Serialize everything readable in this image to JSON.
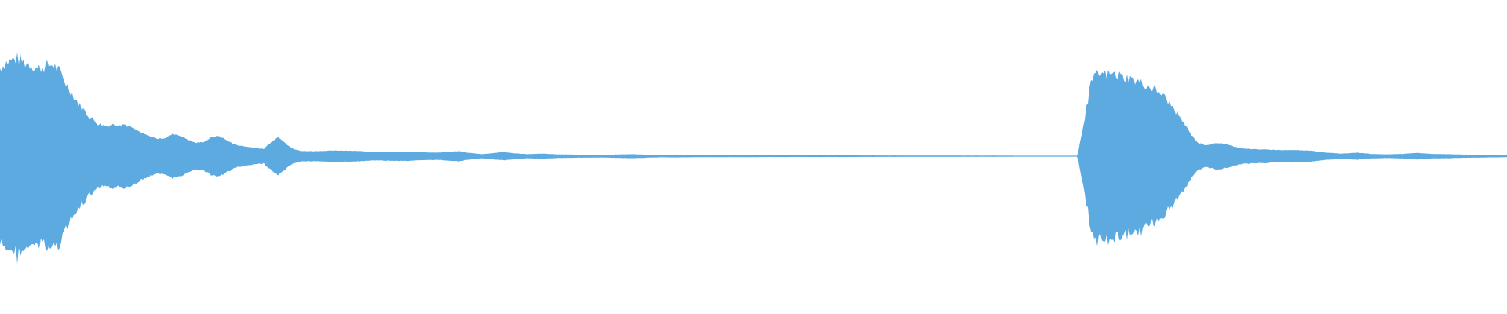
{
  "waveform": {
    "color": "#5DAAE0",
    "background": "#FFFFFF",
    "envelope": [
      [
        0.0,
        0.86
      ],
      [
        0.004,
        0.92
      ],
      [
        0.008,
        0.94
      ],
      [
        0.012,
        0.96
      ],
      [
        0.016,
        0.92
      ],
      [
        0.02,
        0.9
      ],
      [
        0.025,
        0.86
      ],
      [
        0.03,
        0.88
      ],
      [
        0.035,
        0.9
      ],
      [
        0.04,
        0.82
      ],
      [
        0.045,
        0.68
      ],
      [
        0.05,
        0.56
      ],
      [
        0.055,
        0.46
      ],
      [
        0.06,
        0.38
      ],
      [
        0.065,
        0.32
      ],
      [
        0.07,
        0.3
      ],
      [
        0.075,
        0.31
      ],
      [
        0.08,
        0.32
      ],
      [
        0.085,
        0.3
      ],
      [
        0.09,
        0.26
      ],
      [
        0.095,
        0.22
      ],
      [
        0.1,
        0.19
      ],
      [
        0.105,
        0.17
      ],
      [
        0.11,
        0.18
      ],
      [
        0.115,
        0.22
      ],
      [
        0.12,
        0.2
      ],
      [
        0.125,
        0.16
      ],
      [
        0.13,
        0.13
      ],
      [
        0.135,
        0.14
      ],
      [
        0.14,
        0.18
      ],
      [
        0.145,
        0.2
      ],
      [
        0.15,
        0.16
      ],
      [
        0.155,
        0.12
      ],
      [
        0.16,
        0.1
      ],
      [
        0.165,
        0.09
      ],
      [
        0.17,
        0.08
      ],
      [
        0.175,
        0.07
      ],
      [
        0.18,
        0.14
      ],
      [
        0.185,
        0.19
      ],
      [
        0.19,
        0.12
      ],
      [
        0.195,
        0.07
      ],
      [
        0.2,
        0.05
      ],
      [
        0.21,
        0.05
      ],
      [
        0.22,
        0.055
      ],
      [
        0.23,
        0.055
      ],
      [
        0.24,
        0.05
      ],
      [
        0.25,
        0.04
      ],
      [
        0.26,
        0.045
      ],
      [
        0.27,
        0.045
      ],
      [
        0.28,
        0.04
      ],
      [
        0.29,
        0.035
      ],
      [
        0.3,
        0.045
      ],
      [
        0.305,
        0.05
      ],
      [
        0.31,
        0.035
      ],
      [
        0.32,
        0.02
      ],
      [
        0.33,
        0.035
      ],
      [
        0.335,
        0.04
      ],
      [
        0.34,
        0.03
      ],
      [
        0.35,
        0.02
      ],
      [
        0.36,
        0.025
      ],
      [
        0.37,
        0.018
      ],
      [
        0.38,
        0.016
      ],
      [
        0.39,
        0.014
      ],
      [
        0.4,
        0.013
      ],
      [
        0.41,
        0.017
      ],
      [
        0.42,
        0.02
      ],
      [
        0.43,
        0.014
      ],
      [
        0.44,
        0.011
      ],
      [
        0.45,
        0.012
      ],
      [
        0.46,
        0.01
      ],
      [
        0.48,
        0.009
      ],
      [
        0.5,
        0.009
      ],
      [
        0.52,
        0.008
      ],
      [
        0.54,
        0.008
      ],
      [
        0.56,
        0.008
      ],
      [
        0.58,
        0.007
      ],
      [
        0.6,
        0.006
      ],
      [
        0.62,
        0.006
      ],
      [
        0.64,
        0.005
      ],
      [
        0.66,
        0.005
      ],
      [
        0.675,
        0.004
      ],
      [
        0.68,
        0.0
      ],
      [
        0.695,
        0.0
      ],
      [
        0.7,
        0.002
      ],
      [
        0.715,
        0.003
      ],
      [
        0.72,
        0.4
      ],
      [
        0.724,
        0.72
      ],
      [
        0.728,
        0.8
      ],
      [
        0.732,
        0.8
      ],
      [
        0.74,
        0.8
      ],
      [
        0.75,
        0.76
      ],
      [
        0.76,
        0.7
      ],
      [
        0.765,
        0.66
      ],
      [
        0.77,
        0.62
      ],
      [
        0.775,
        0.54
      ],
      [
        0.78,
        0.44
      ],
      [
        0.785,
        0.34
      ],
      [
        0.79,
        0.22
      ],
      [
        0.795,
        0.13
      ],
      [
        0.8,
        0.11
      ],
      [
        0.805,
        0.12
      ],
      [
        0.81,
        0.13
      ],
      [
        0.815,
        0.11
      ],
      [
        0.82,
        0.09
      ],
      [
        0.825,
        0.075
      ],
      [
        0.83,
        0.07
      ],
      [
        0.84,
        0.065
      ],
      [
        0.85,
        0.06
      ],
      [
        0.86,
        0.06
      ],
      [
        0.87,
        0.055
      ],
      [
        0.875,
        0.045
      ],
      [
        0.88,
        0.035
      ],
      [
        0.89,
        0.025
      ],
      [
        0.895,
        0.03
      ],
      [
        0.9,
        0.035
      ],
      [
        0.905,
        0.03
      ],
      [
        0.91,
        0.022
      ],
      [
        0.92,
        0.018
      ],
      [
        0.93,
        0.022
      ],
      [
        0.94,
        0.032
      ],
      [
        0.945,
        0.028
      ],
      [
        0.95,
        0.022
      ],
      [
        0.96,
        0.02
      ],
      [
        0.97,
        0.016
      ],
      [
        0.98,
        0.014
      ],
      [
        0.99,
        0.012
      ],
      [
        1.0,
        0.01
      ]
    ]
  }
}
